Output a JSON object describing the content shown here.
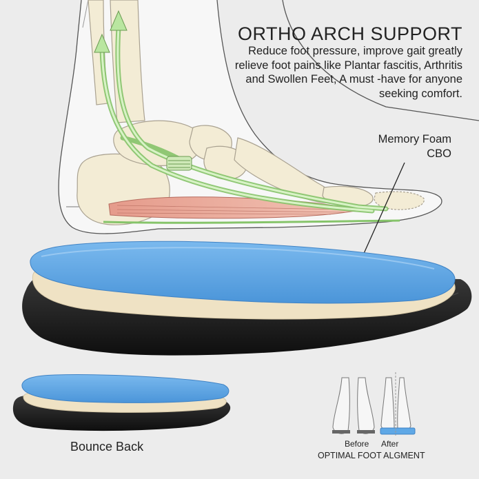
{
  "headline": "ORTHO ARCH SUPPORT",
  "description": "Reduce foot pressure, improve gait greatly relieve foot pains like Plantar fascitis, Arthritis and Swollen Feet, A must -have for anyone seeking comfort.",
  "callout": {
    "line1": "Memory Foam",
    "line2": "CBO"
  },
  "bounce_label": "Bounce Back",
  "comparison": {
    "before_label": "Before",
    "after_label": "After",
    "caption": "OPTIMAL FOOT ALGMENT"
  },
  "colors": {
    "background": "#ececec",
    "foam_blue": "#5fa8e6",
    "base_black": "#1c1c1c",
    "felt_beige": "#efe2c4",
    "tendon_green": "#b9e6a0",
    "bone": "#f3ecd5",
    "muscle_red": "#e5a89a"
  }
}
